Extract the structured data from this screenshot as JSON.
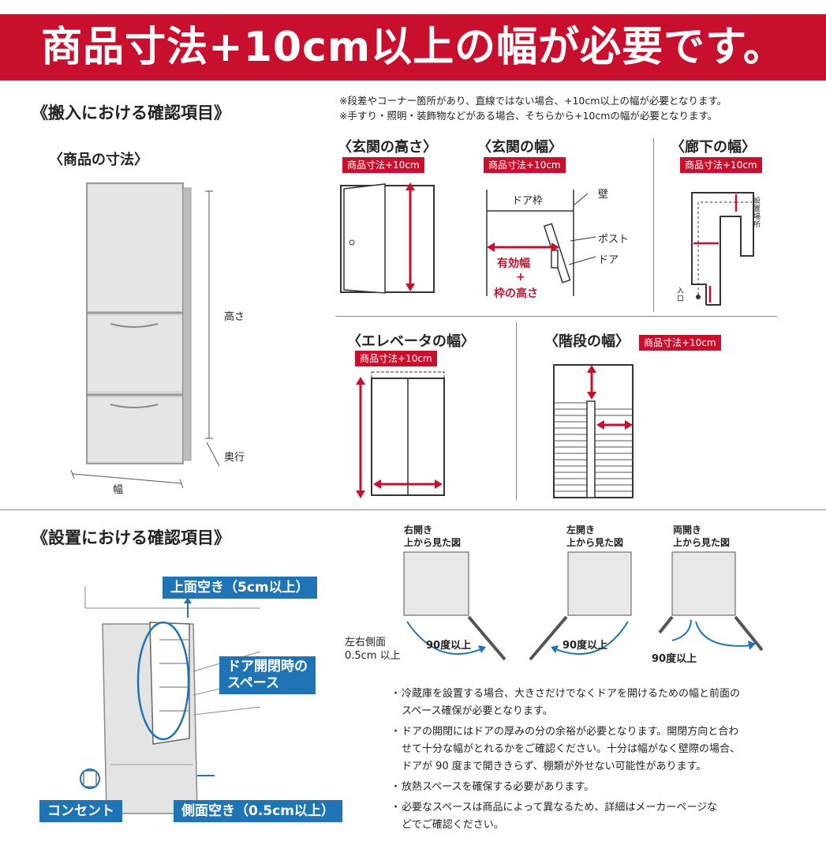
{
  "banner": {
    "title": "商品寸法+10cm以上の幅が必要です。"
  },
  "carry_in": {
    "title": "《搬入における確認項目》",
    "notes": [
      "※段差やコーナー箇所があり、直線ではない場合、+10cm以上の幅が必要となります。",
      "※手すり・照明・装飾物などがある場合、そちらから+10cmの幅が必要となります。"
    ],
    "product": {
      "title": "〈商品の寸法〉",
      "height": "高さ",
      "depth": "奥行",
      "width": "幅"
    },
    "entrance_height": {
      "title": "〈玄関の高さ〉",
      "badge": "商品寸法+10cm"
    },
    "entrance_width": {
      "title": "〈玄関の幅〉",
      "badge": "商品寸法+10cm",
      "frame": "ドア枠",
      "wall": "壁",
      "post": "ポスト",
      "door": "ドア",
      "effective": "有効幅",
      "plus": "+",
      "frame_height": "枠の高さ"
    },
    "hallway": {
      "title": "〈廊下の幅〉",
      "badge": "商品寸法+10cm",
      "place": "設置場所",
      "entrance": "入口"
    },
    "elevator": {
      "title": "〈エレベータの幅〉",
      "badge": "商品寸法+10cm"
    },
    "stairs": {
      "title": "〈階段の幅〉",
      "badge": "商品寸法+10cm"
    }
  },
  "install": {
    "title": "《設置における確認項目》",
    "top_space": "上面空き（5cm以上）",
    "door_space_1": "ドア開閉時の",
    "door_space_2": "スペース",
    "outlet": "コンセント",
    "side_space": "側面空き（0.5cm以上）",
    "right_open": {
      "l1": "右開き",
      "l2": "上から見た図",
      "angle": "90度以上"
    },
    "left_open": {
      "l1": "左開き",
      "l2": "上から見た図",
      "angle": "90度以上"
    },
    "double_open": {
      "l1": "両開き",
      "l2": "上から見た図",
      "angle": "90度以上"
    },
    "side_gap_1": "左右側面",
    "side_gap_2": "0.5cm 以上",
    "bullets": [
      [
        "・",
        "冷蔵庫を設置する場合、大きさだけでなくドアを開けるための幅と前面の",
        "スペース確保が必要となります。"
      ],
      [
        "・",
        "ドアの開閉にはドアの厚みの分の余裕が必要となります。開閉方向と合わ",
        "せて十分な幅がとれるかをご確認ください。十分は幅がなく壁際の場合、",
        "ドアが 90 度まで開ききらず、棚類が外せない可能性があります。"
      ],
      [
        "・",
        "放熱スペースを確保する必要があります。"
      ],
      [
        "・",
        "必要なスペースは商品によって異なるため、詳細はメーカーページな",
        "どでご確認ください。"
      ]
    ]
  },
  "colors": {
    "accent": "#c8102e",
    "blue": "#1e74b5"
  }
}
